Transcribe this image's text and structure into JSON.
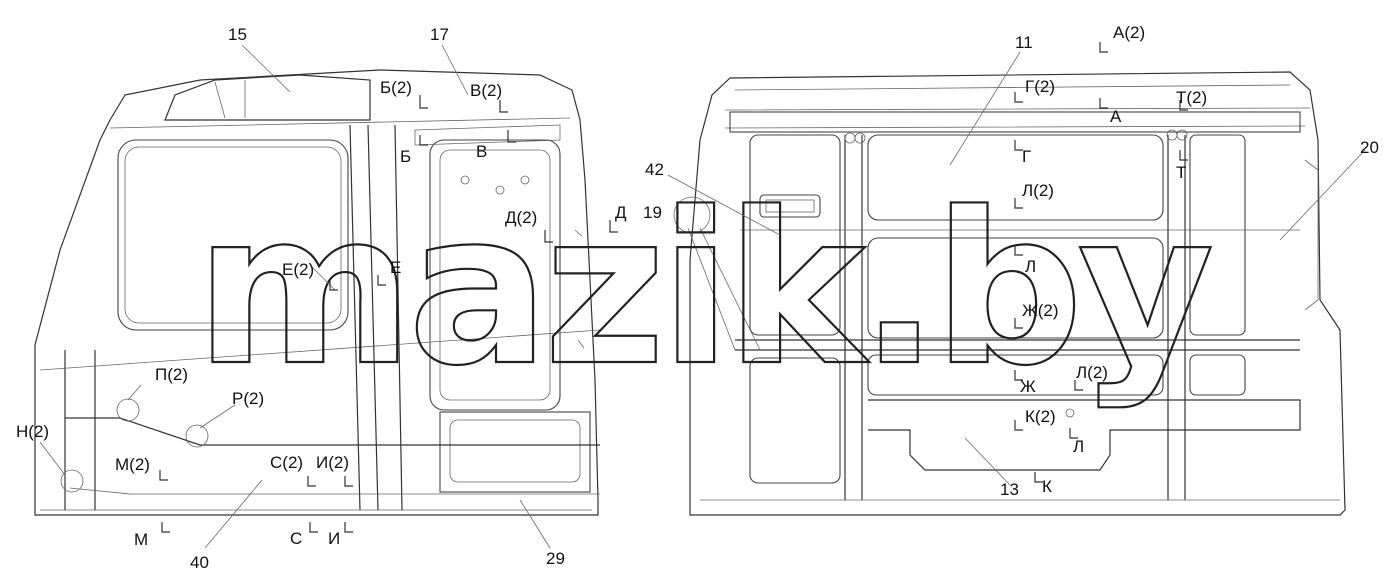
{
  "watermark": "mazik.by",
  "labels": {
    "n15": "15",
    "n17": "17",
    "n11": "11",
    "n42": "42",
    "n19": "19",
    "n20": "20",
    "n13": "13",
    "n40": "40",
    "n29": "29",
    "b2": "Б(2)",
    "v2": "В(2)",
    "b": "Б",
    "v": "В",
    "d2": "Д(2)",
    "d": "Д",
    "e2": "Е(2)",
    "e": "Е",
    "p2": "П(2)",
    "r2": "Р(2)",
    "n2": "Н(2)",
    "m2": "М(2)",
    "s2": "С(2)",
    "i2": "И(2)",
    "m": "М",
    "s": "С",
    "i": "И",
    "a2": "А(2)",
    "g2": "Г(2)",
    "a": "А",
    "t2": "Т(2)",
    "g": "Г",
    "t": "Т",
    "l2a": "Л(2)",
    "l_a": "Л",
    "zh2": "Ж(2)",
    "zh": "Ж",
    "l2b": "Л(2)",
    "k2": "К(2)",
    "l_b": "Л",
    "k": "К"
  }
}
